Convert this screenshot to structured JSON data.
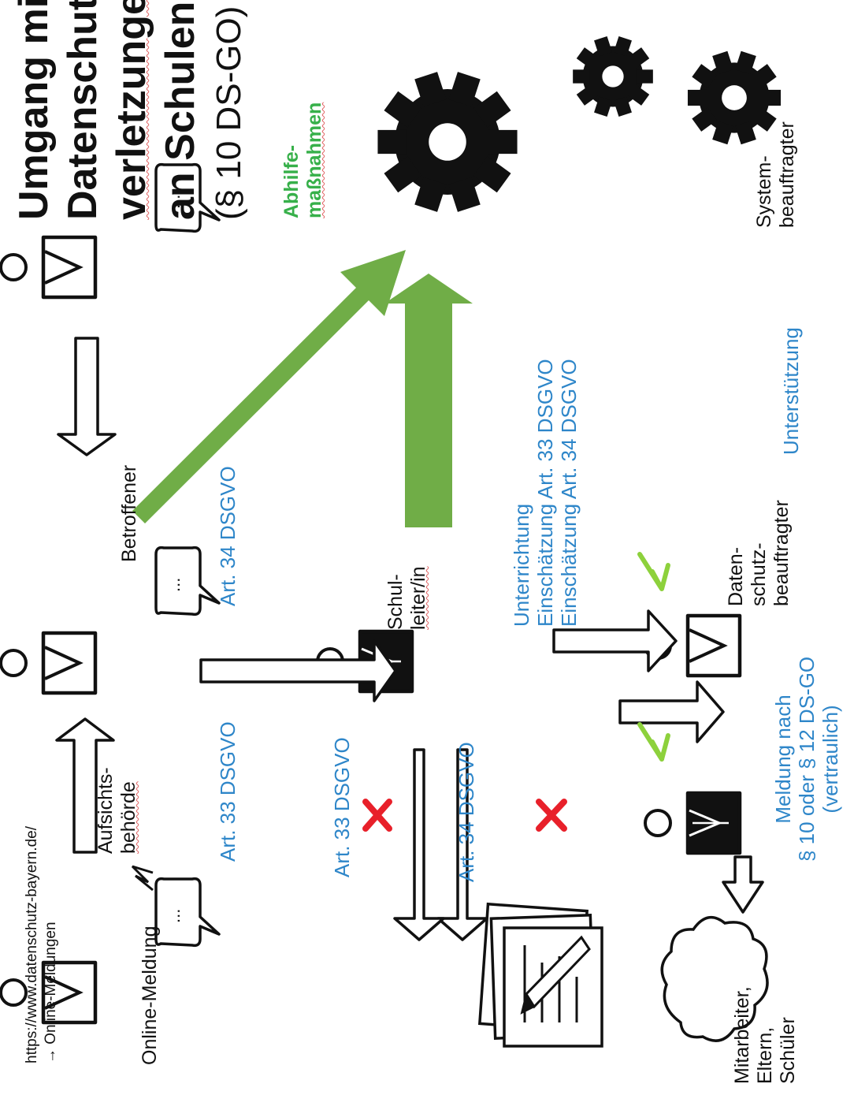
{
  "title": {
    "line1": "Umgang mit",
    "line2": "Datenschutz-",
    "line3": "verletzungen",
    "line4": "an Schulen",
    "line5": "(§ 10 DS-GO)"
  },
  "online": {
    "url": "https://www.datenschutz-bayern.de/",
    "arrow_text": "→ Online-Meldungen",
    "label": "Online-Meldung"
  },
  "aufsicht": {
    "line1": "Aufsichts-",
    "line2": "behörde"
  },
  "betroffener": {
    "label": "Betroffener"
  },
  "schulleiter": {
    "line1": "Schul-",
    "line2": "leiter/in"
  },
  "dsb": {
    "line1": "Daten-",
    "line2": "schutz-",
    "line3": "beauftragter"
  },
  "sysb": {
    "line1": "System-",
    "line2": "beauftragter"
  },
  "reporters": {
    "line1": "Mitarbeiter,",
    "line2": "Eltern,",
    "line3": "Schüler"
  },
  "labels": {
    "art33_ok": "Art. 33 DSGVO",
    "art34_ok": "Art. 34 DSGVO",
    "art33_doc": "Art. 33 DSGVO",
    "art34_doc": "Art. 34 DSGVO",
    "unterrichtung1": "Unterrichtung",
    "unterrichtung2": "Einschätzung Art. 33 DSGVO",
    "unterrichtung3": "Einschätzung Art. 34 DSGVO",
    "unterstuetzung": "Unterstützung",
    "meldung1": "Meldung nach",
    "meldung2": "§ 10 oder § 12 DS-GO",
    "meldung3": "(vertraulich)",
    "abhilfe1": "Abhilfe-",
    "abhilfe2": "maßnahmen",
    "bubble_dots": "..."
  },
  "colors": {
    "blue_text": "#2e86c9",
    "green_text": "#37b04a",
    "green_arrow": "#70ad47",
    "check": "#8dd13c",
    "cross": "#e8202a"
  }
}
